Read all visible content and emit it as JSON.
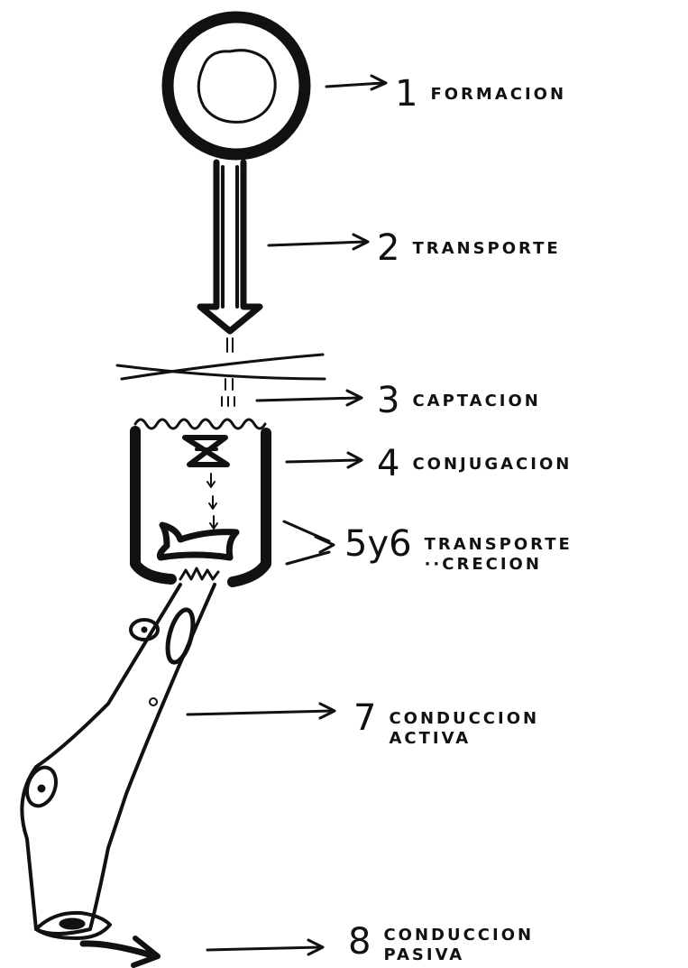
{
  "steps": [
    {
      "number": "1",
      "label": "FORMACION"
    },
    {
      "number": "2",
      "label": "TRANSPORTE"
    },
    {
      "number": "3",
      "label": "CAPTACION"
    },
    {
      "number": "4",
      "label": "CONJUGACION"
    },
    {
      "number": "5y6",
      "label": "TRANSPORTE",
      "label2": "··CRECION"
    },
    {
      "number": "7",
      "label": "CONDUCCION",
      "label2": "ACTIVA"
    },
    {
      "number": "8",
      "label": "CONDUCCION",
      "label2": "PASIVA"
    }
  ],
  "colors": {
    "ink": "#111111",
    "background": "#ffffff"
  }
}
